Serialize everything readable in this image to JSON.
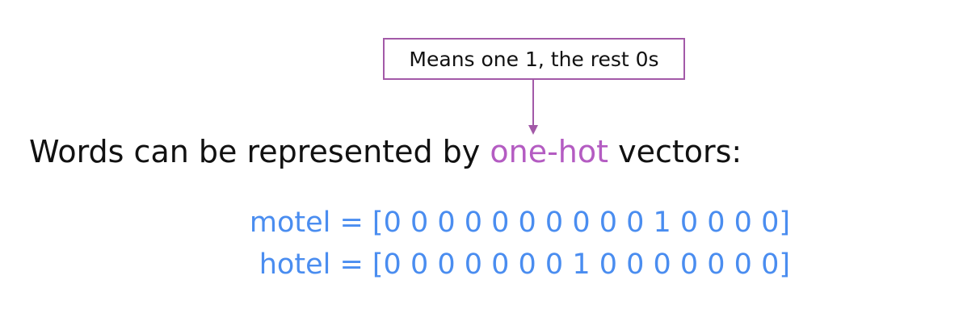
{
  "callout": {
    "text": "Means one 1, the rest 0s"
  },
  "heading": {
    "before": "Words can be represented by ",
    "highlight": "one-hot",
    "after": " vectors:"
  },
  "vectors": [
    {
      "text": "motel = [0 0 0 0 0 0 0 0 0 0 1 0 0 0 0]"
    },
    {
      "text": "hotel = [0 0 0 0 0 0 0 1 0 0 0 0 0 0 0]"
    }
  ],
  "colors": {
    "callout_border": "#a35aa8",
    "highlight": "#b45cc2",
    "vector_text": "#4a8df0"
  }
}
